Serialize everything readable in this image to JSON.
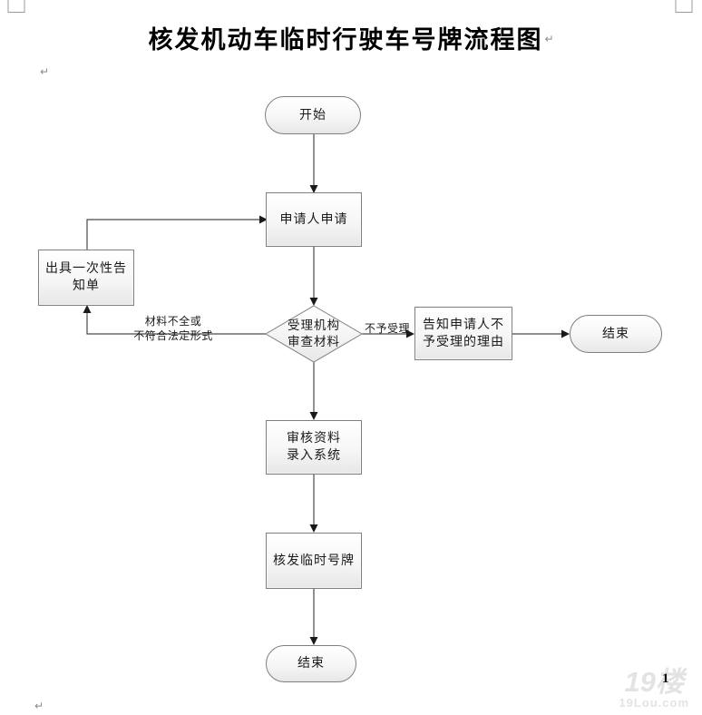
{
  "document": {
    "title": "核发机动车临时行驶车号牌流程图",
    "paragraph_mark": "↵",
    "page_number": "1"
  },
  "flowchart": {
    "start": {
      "label": "开始"
    },
    "apply": {
      "label": "申请人申请"
    },
    "notice": {
      "line1": "出具一次性告",
      "line2": "知单"
    },
    "review": {
      "line1": "受理机构",
      "line2": "审查材料"
    },
    "inform": {
      "line1": "告知申请人不",
      "line2": "予受理的理由"
    },
    "end_right": {
      "label": "结束"
    },
    "entry": {
      "line1": "审核资料",
      "line2": "录入系统"
    },
    "issue": {
      "label": "核发临时号牌"
    },
    "end_bottom": {
      "label": "结束"
    },
    "edge_labels": {
      "incomplete_1": "材料不全或",
      "incomplete_2": "不符合法定形式",
      "reject": "不予受理"
    }
  },
  "watermark": {
    "brand": "19楼",
    "domain": "19Lou.com"
  },
  "colors": {
    "shape_border": "#7f7f7f",
    "shape_fill_top": "#ffffff",
    "shape_fill_bottom": "#e7e7e7",
    "connector": "#4a4a4a",
    "arrowhead": "#1a1a1a",
    "watermark": "#e3e3e3"
  }
}
